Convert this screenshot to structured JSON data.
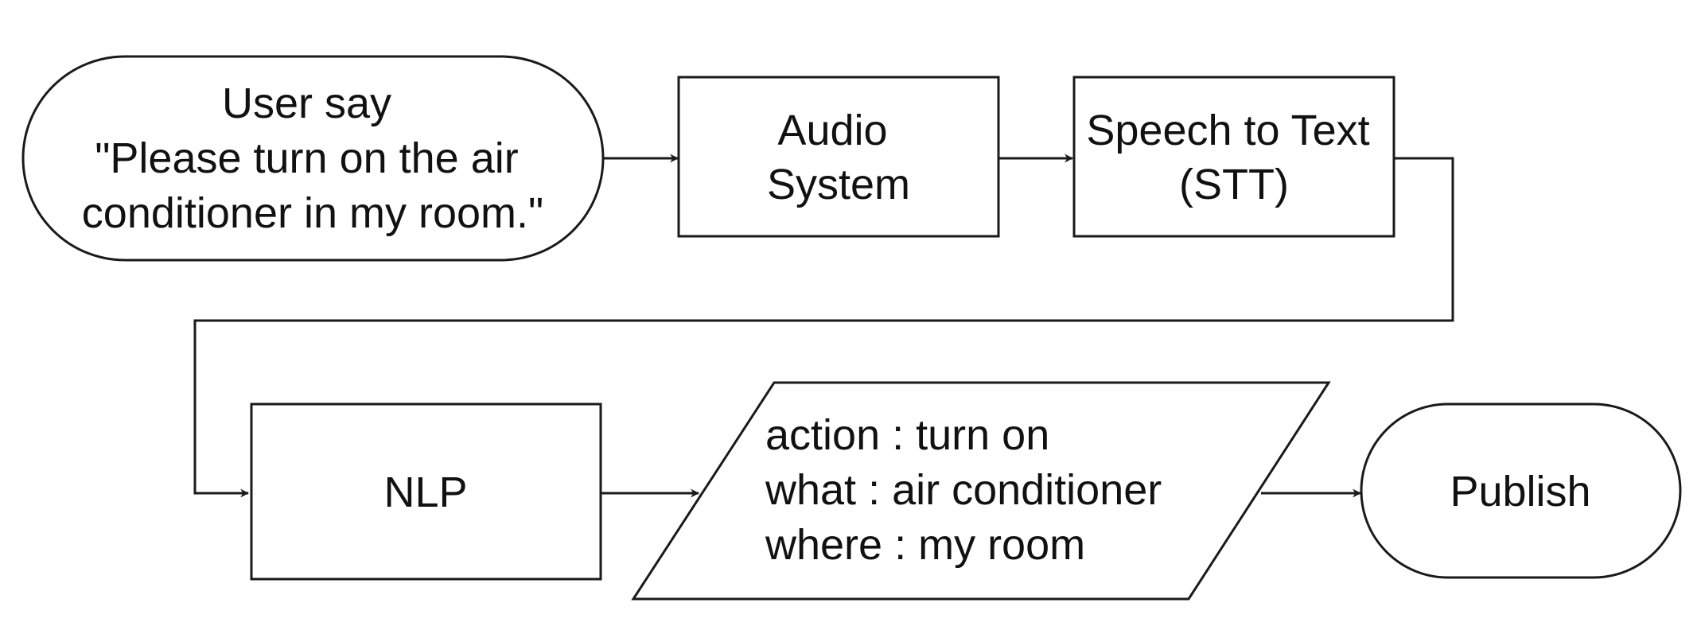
{
  "colors": {
    "stroke": "#1a1a1a",
    "text": "#111111",
    "background": "#ffffff"
  },
  "nodes": {
    "user_say": {
      "shape": "terminator",
      "lines": [
        "User say",
        "\"Please turn on the air",
        "conditioner in my room.\""
      ]
    },
    "audio_system": {
      "shape": "process",
      "lines": [
        "Audio",
        "System"
      ]
    },
    "stt": {
      "shape": "process",
      "lines": [
        "Speech to Text",
        "(STT)"
      ]
    },
    "nlp": {
      "shape": "process",
      "lines": [
        "NLP"
      ]
    },
    "parsed_output": {
      "shape": "data",
      "lines": [
        "action : turn on",
        "what : air conditioner",
        "where : my room"
      ]
    },
    "publish": {
      "shape": "terminator",
      "lines": [
        "Publish"
      ]
    }
  },
  "edges": [
    {
      "from": "user_say",
      "to": "audio_system"
    },
    {
      "from": "audio_system",
      "to": "stt"
    },
    {
      "from": "stt",
      "to": "nlp"
    },
    {
      "from": "nlp",
      "to": "parsed_output"
    },
    {
      "from": "parsed_output",
      "to": "publish"
    }
  ]
}
